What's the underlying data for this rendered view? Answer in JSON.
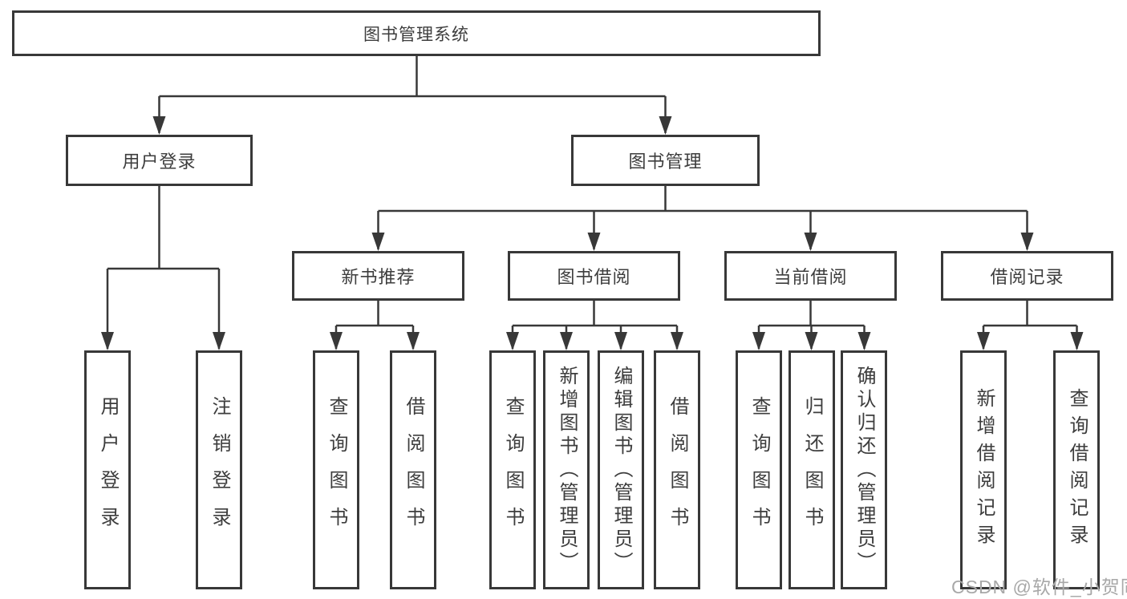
{
  "diagram": {
    "tree": {
      "label": "图书管理系统",
      "children": [
        {
          "label": "用户登录",
          "children": [
            {
              "label": "用户登录"
            },
            {
              "label": "注销登录"
            }
          ]
        },
        {
          "label": "图书管理",
          "children": [
            {
              "label": "新书推荐",
              "children": [
                {
                  "label": "查询图书"
                },
                {
                  "label": "借阅图书"
                }
              ]
            },
            {
              "label": "图书借阅",
              "children": [
                {
                  "label": "查询图书"
                },
                {
                  "label": "新增图书（管理员）"
                },
                {
                  "label": "编辑图书（管理员）"
                },
                {
                  "label": "借阅图书"
                }
              ]
            },
            {
              "label": "当前借阅",
              "children": [
                {
                  "label": "查询图书"
                },
                {
                  "label": "归还图书"
                },
                {
                  "label": "确认归还（管理员）"
                }
              ]
            },
            {
              "label": "借阅记录",
              "children": [
                {
                  "label": "新增借阅记录"
                },
                {
                  "label": "查询借阅记录"
                }
              ]
            }
          ]
        }
      ]
    },
    "watermark": "CSDN @软件_小贺同学",
    "colors": {
      "line": "#383838",
      "text": "#3d3d3d",
      "background": "#ffffff",
      "watermark": "#a8a8a8"
    }
  }
}
